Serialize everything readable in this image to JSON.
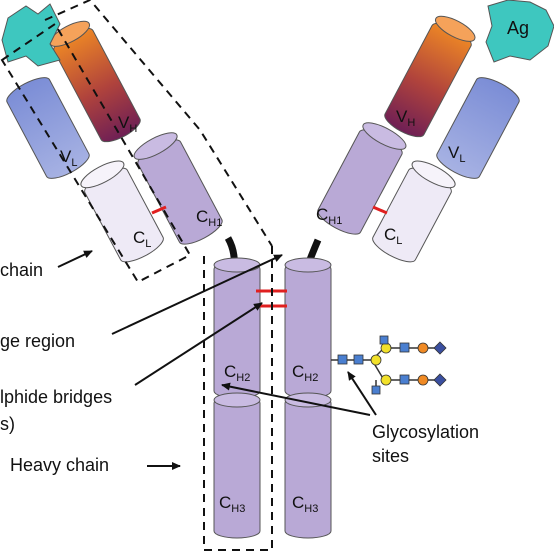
{
  "colors": {
    "heavy_constant": "#b9a9d6",
    "light_variable": "#8fa0db",
    "light_constant": "#eeeaf6",
    "antigen": "#3ec7bf",
    "disulphide": "#e02020",
    "hinge": "#111111",
    "glycan_square": "#4a7fd0",
    "glycan_circle_yellow": "#f2e12a",
    "glycan_circle_orange": "#f08a24",
    "glycan_diamond": "#3a4fa0"
  },
  "segments": {
    "vh_left": {
      "main": "V",
      "sub": "H"
    },
    "vh_right": {
      "main": "V",
      "sub": "H"
    },
    "vl_left": {
      "main": "V",
      "sub": "L"
    },
    "vl_right": {
      "main": "V",
      "sub": "L"
    },
    "ch1_left": {
      "main": "C",
      "sub": "H1"
    },
    "ch1_right": {
      "main": "C",
      "sub": "H1"
    },
    "cl_left": {
      "main": "C",
      "sub": "L"
    },
    "cl_right": {
      "main": "C",
      "sub": "L"
    },
    "ch2_left": {
      "main": "C",
      "sub": "H2"
    },
    "ch2_right": {
      "main": "C",
      "sub": "H2"
    },
    "ch3_left": {
      "main": "C",
      "sub": "H3"
    },
    "ch3_right": {
      "main": "C",
      "sub": "H3"
    }
  },
  "antigen_label": "Ag",
  "labels": {
    "light_chain": "chain",
    "hinge_region": "ge region",
    "disulphide_line1": "lphide bridges",
    "disulphide_line2": "s)",
    "glycosylation_line1": "Glycosylation",
    "glycosylation_line2": "sites",
    "heavy_chain": "Heavy chain"
  }
}
